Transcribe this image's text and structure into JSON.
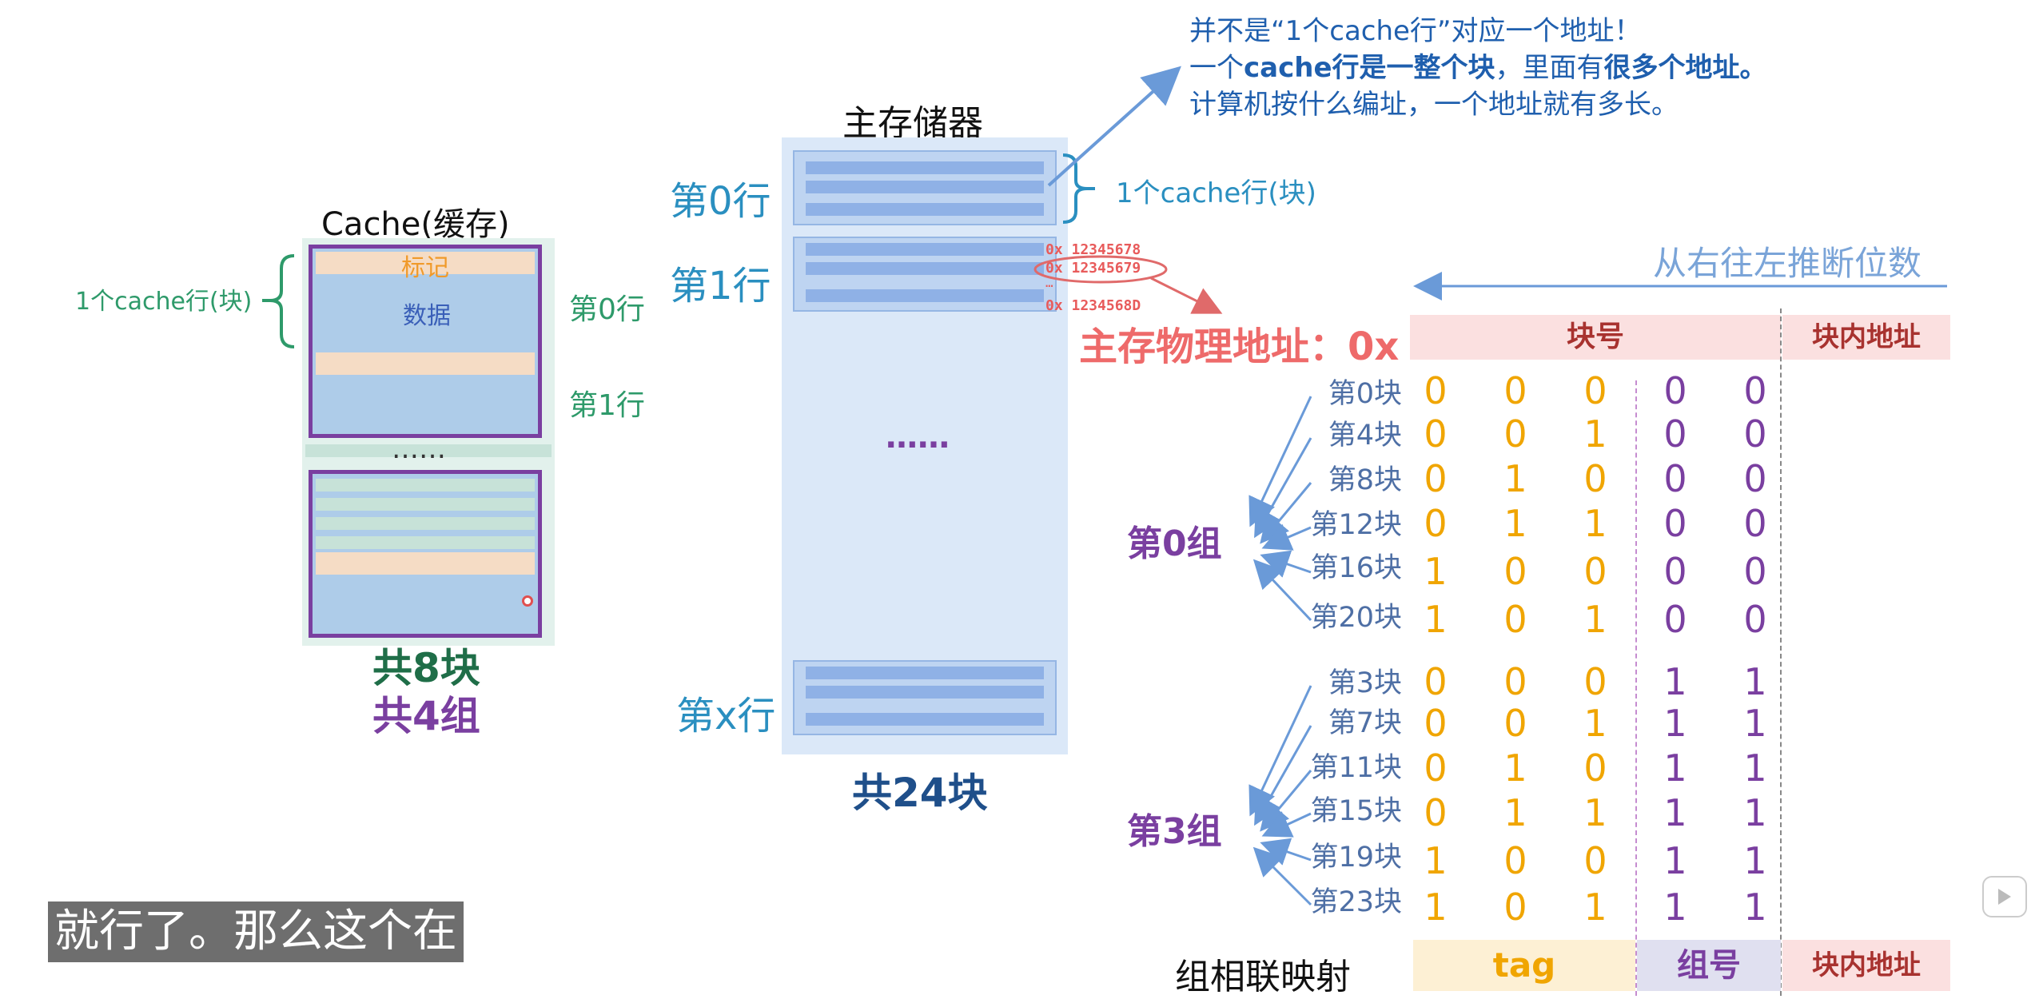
{
  "annotation": {
    "line1": "并不是“1个cache行”对应一个地址！",
    "line2_a": "一个",
    "line2_b": "cache行是一整个块",
    "line2_c": "，里面有",
    "line2_d": "很多个地址。",
    "line3": "计算机按什么编址，一个地址就有多长。"
  },
  "cache": {
    "title": "Cache(缓存)",
    "tag_label": "标记",
    "data_label": "数据",
    "row0": "第0行",
    "row1": "第1行",
    "brace_label": "1个cache行(块)",
    "ellipsis": "……",
    "total_blocks": "共8块",
    "total_groups": "共4组"
  },
  "memory": {
    "title": "主存储器",
    "row0": "第0行",
    "row1": "第1行",
    "rowx": "第x行",
    "ellipsis": "……",
    "brace_label": "1个cache行(块)",
    "total": "共24块",
    "addresses": [
      "0x 12345678",
      "0x 12345679",
      "…",
      "0x 1234568D"
    ]
  },
  "address": {
    "direction_note": "从右往左推断位数",
    "label": "主存物理地址：0x",
    "block_number": "块号",
    "offset": "块内地址"
  },
  "groups": [
    {
      "label": "第0组",
      "blocks": [
        {
          "name": "第0块",
          "bits": [
            "0",
            "0",
            "0",
            "0",
            "0"
          ]
        },
        {
          "name": "第4块",
          "bits": [
            "0",
            "0",
            "1",
            "0",
            "0"
          ]
        },
        {
          "name": "第8块",
          "bits": [
            "0",
            "1",
            "0",
            "0",
            "0"
          ]
        },
        {
          "name": "第12块",
          "bits": [
            "0",
            "1",
            "1",
            "0",
            "0"
          ]
        },
        {
          "name": "第16块",
          "bits": [
            "1",
            "0",
            "0",
            "0",
            "0"
          ]
        },
        {
          "name": "第20块",
          "bits": [
            "1",
            "0",
            "1",
            "0",
            "0"
          ]
        }
      ]
    },
    {
      "label": "第3组",
      "blocks": [
        {
          "name": "第3块",
          "bits": [
            "0",
            "0",
            "0",
            "1",
            "1"
          ]
        },
        {
          "name": "第7块",
          "bits": [
            "0",
            "0",
            "1",
            "1",
            "1"
          ]
        },
        {
          "name": "第11块",
          "bits": [
            "0",
            "1",
            "0",
            "1",
            "1"
          ]
        },
        {
          "name": "第15块",
          "bits": [
            "0",
            "1",
            "1",
            "1",
            "1"
          ]
        },
        {
          "name": "第19块",
          "bits": [
            "1",
            "0",
            "0",
            "1",
            "1"
          ]
        },
        {
          "name": "第23块",
          "bits": [
            "1",
            "0",
            "1",
            "1",
            "1"
          ]
        }
      ]
    }
  ],
  "footer": {
    "mapping": "组相联映射",
    "tag": "tag",
    "group_no": "组号",
    "offset": "块内地址"
  },
  "subtitle": "就行了。那么这个在",
  "colors": {
    "cache_border": "#7a3fa0",
    "green": "#2e9a6a",
    "blue_label": "#2a8fc0",
    "address_red": "#e85b5b",
    "bit_orange": "#f0a500",
    "bit_purple": "#7a3fa0"
  }
}
